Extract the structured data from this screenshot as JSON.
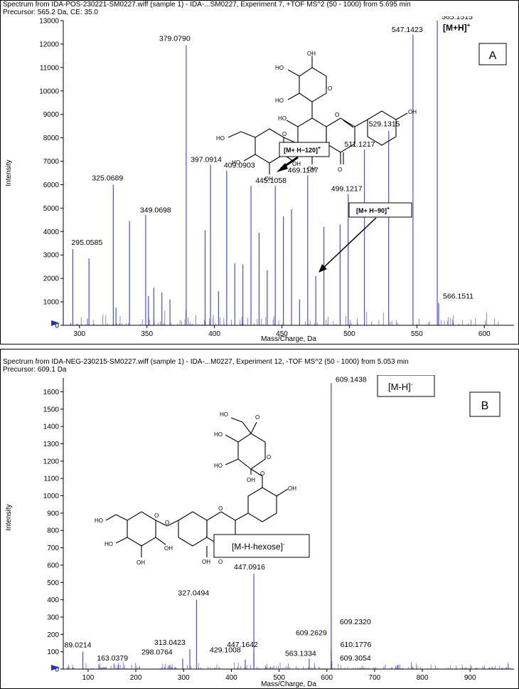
{
  "panel_a": {
    "header_line1": "Spectrum from IDA-POS-230221-SM0227.wiff (sample 1) - IDA-...SM0227, Experiment 7, +TOF MS^2 (50 - 1000) from 5.695 min",
    "header_line2": "Precursor: 565.2 Da, CE: 35.0",
    "panel_letter": "A",
    "ion_main": "[M+H]",
    "ion_main_sup": "+",
    "ion_loss120": "[M+ H−120]",
    "ion_loss120_sup": "+",
    "ion_loss90": "[M+ H−90]",
    "ion_loss90_sup": "+"
  },
  "panel_b": {
    "header_line1": "Spectrum from IDA-NEG-230215-SM0227.wiff (sample 1) - IDA-...M0227, Experiment 12, -TOF MS^2 (50 - 1000) from 5.053 min",
    "header_line2": "Precursor: 609.1 Da",
    "panel_letter": "B",
    "ion_main": "[M-H]",
    "ion_main_sup": "-",
    "ion_hexose": "[M-H-hexose]",
    "ion_hexose_sup": "-"
  },
  "chart_data": [
    {
      "type": "bar",
      "xlabel": "Mass/Charge, Da",
      "ylabel": "Intensity",
      "xlim": [
        288,
        622
      ],
      "ylim": [
        0,
        13000
      ],
      "xticks": [
        300,
        350,
        400,
        450,
        500,
        550,
        600
      ],
      "yticks": [
        0,
        1000,
        2000,
        3000,
        4000,
        5000,
        6000,
        7000,
        8000,
        9000,
        10000,
        11000,
        12000,
        13000
      ],
      "peaks": [
        {
          "mz": 295.0585,
          "intensity": 3250,
          "label": "295.0585"
        },
        {
          "mz": 307.06,
          "intensity": 2850
        },
        {
          "mz": 325.0689,
          "intensity": 6000,
          "label": "325.0689"
        },
        {
          "mz": 327.05,
          "intensity": 750
        },
        {
          "mz": 337.06,
          "intensity": 4450
        },
        {
          "mz": 349.0698,
          "intensity": 4700,
          "label": "349.0698"
        },
        {
          "mz": 351.06,
          "intensity": 1250
        },
        {
          "mz": 355.06,
          "intensity": 1600
        },
        {
          "mz": 361.07,
          "intensity": 1400
        },
        {
          "mz": 367.06,
          "intensity": 1100
        },
        {
          "mz": 379.079,
          "intensity": 11950,
          "label": "379.0790"
        },
        {
          "mz": 393.08,
          "intensity": 4050
        },
        {
          "mz": 397.0914,
          "intensity": 6850,
          "label": "397.0914"
        },
        {
          "mz": 403.08,
          "intensity": 1450
        },
        {
          "mz": 409.0903,
          "intensity": 6600,
          "label": "409.0903"
        },
        {
          "mz": 415.09,
          "intensity": 2650
        },
        {
          "mz": 421.09,
          "intensity": 2600
        },
        {
          "mz": 427.09,
          "intensity": 5950
        },
        {
          "mz": 433.09,
          "intensity": 3950
        },
        {
          "mz": 439.1,
          "intensity": 2350
        },
        {
          "mz": 445.1058,
          "intensity": 5950,
          "label": "445.1058"
        },
        {
          "mz": 451.1,
          "intensity": 4650
        },
        {
          "mz": 457.1,
          "intensity": 4950
        },
        {
          "mz": 463.1,
          "intensity": 1100
        },
        {
          "mz": 469.1107,
          "intensity": 6400,
          "label": "469.1107"
        },
        {
          "mz": 475.1,
          "intensity": 2100
        },
        {
          "mz": 481.11,
          "intensity": 4200
        },
        {
          "mz": 493.11,
          "intensity": 4300
        },
        {
          "mz": 499.1217,
          "intensity": 5600,
          "label": "499.1217"
        },
        {
          "mz": 511.1217,
          "intensity": 7500,
          "label": "511.1217"
        },
        {
          "mz": 529.1315,
          "intensity": 8300,
          "label": "529.1315"
        },
        {
          "mz": 547.1423,
          "intensity": 12400,
          "label": "547.1423"
        },
        {
          "mz": 565.1515,
          "intensity": 13000,
          "label": "565.1515"
        },
        {
          "mz": 566.1511,
          "intensity": 950,
          "label": "566.1511"
        }
      ]
    },
    {
      "type": "bar",
      "xlabel": "Mass/Charge, Da",
      "ylabel": "Intensity",
      "xlim": [
        48,
        992
      ],
      "ylim": [
        0,
        1680
      ],
      "xticks": [
        100,
        200,
        300,
        400,
        500,
        600,
        700,
        800,
        900
      ],
      "yticks": [
        0,
        100,
        200,
        300,
        400,
        500,
        600,
        700,
        800,
        900,
        1000,
        1100,
        1200,
        1300,
        1400,
        1500,
        1600
      ],
      "peaks": [
        {
          "mz": 89.0214,
          "intensity": 100,
          "label": "89.0214"
        },
        {
          "mz": 163.0379,
          "intensity": 25,
          "label": "163.0379"
        },
        {
          "mz": 298.0764,
          "intensity": 60,
          "label": "298.0764"
        },
        {
          "mz": 313.0423,
          "intensity": 115,
          "label": "313.0423"
        },
        {
          "mz": 327.0494,
          "intensity": 400,
          "label": "327.0494"
        },
        {
          "mz": 429.1008,
          "intensity": 55,
          "label": "429.1008"
        },
        {
          "mz": 447.0916,
          "intensity": 550,
          "label": "447.0916"
        },
        {
          "mz": 447.1642,
          "intensity": 95,
          "label": "447.1642"
        },
        {
          "mz": 563.1334,
          "intensity": 60,
          "label": "563.1334"
        },
        {
          "mz": 609.1438,
          "intensity": 1650,
          "label": "609.1438"
        },
        {
          "mz": 609.2629,
          "intensity": 105,
          "label": "609.2629"
        },
        {
          "mz": 609.232,
          "intensity": 120,
          "label": "609.2320"
        },
        {
          "mz": 610.1776,
          "intensity": 45,
          "label": "610.1776"
        },
        {
          "mz": 609.3054,
          "intensity": 25,
          "label": "609.3054"
        }
      ]
    }
  ]
}
